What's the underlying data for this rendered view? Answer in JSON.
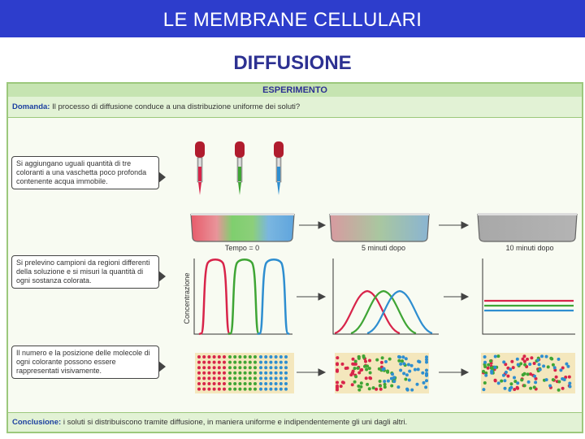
{
  "header": {
    "title": "LE MEMBRANE CELLULARI"
  },
  "page": {
    "subtitle": "DIFFUSIONE"
  },
  "panel": {
    "header": "ESPERIMENTO",
    "question_label": "Domanda:",
    "question_text": "Il processo di diffusione conduce a una distribuzione uniforme dei soluti?",
    "conclusion_label": "Conclusione:",
    "conclusion_text": "i soluti si distribuiscono tramite diffusione, in maniera uniforme e indipendentemente gli uni dagli altri."
  },
  "callouts": [
    "Si aggiungano uguali quantità di tre coloranti a una vaschetta poco profonda contenente acqua immobile.",
    "Si prelevino campioni da regioni differenti della soluzione e si misuri la quantità di ogni sostanza colorata.",
    "Il numero e la posizione delle molecole di ogni colorante possono essere rappresentati visivamente."
  ],
  "captions": {
    "time0": "Tempo = 0",
    "time5": "5 minuti dopo",
    "time10": "10 minuti dopo",
    "yaxis": "Concentrazione"
  },
  "colors": {
    "red": "#d8244a",
    "green": "#3fa535",
    "blue": "#2e8ed0",
    "accent": "#2d3dcc"
  }
}
